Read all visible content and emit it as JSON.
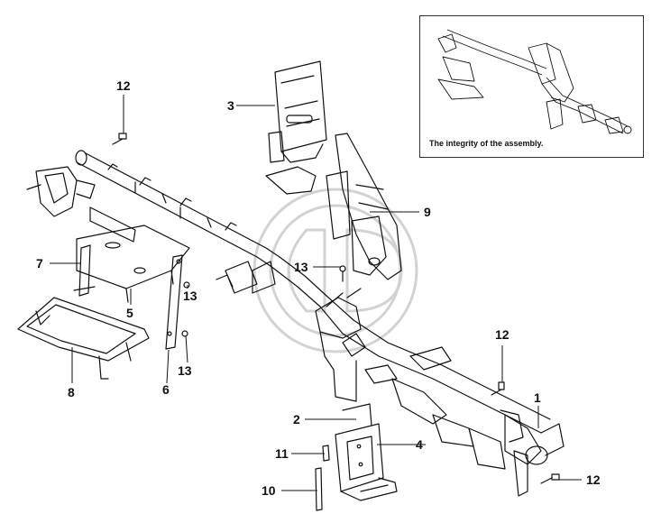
{
  "inset": {
    "caption": "The integrity of the assembly."
  },
  "callouts": {
    "c1": "1",
    "c2": "2",
    "c3": "3",
    "c4": "4",
    "c5": "5",
    "c6": "6",
    "c7": "7",
    "c8": "8",
    "c9": "9",
    "c10": "10",
    "c11": "11",
    "c12a": "12",
    "c12b": "12",
    "c12c": "12",
    "c13a": "13",
    "c13b": "13",
    "c13c": "13"
  },
  "colors": {
    "line": "#111111",
    "watermark": "#c8c8c8"
  }
}
